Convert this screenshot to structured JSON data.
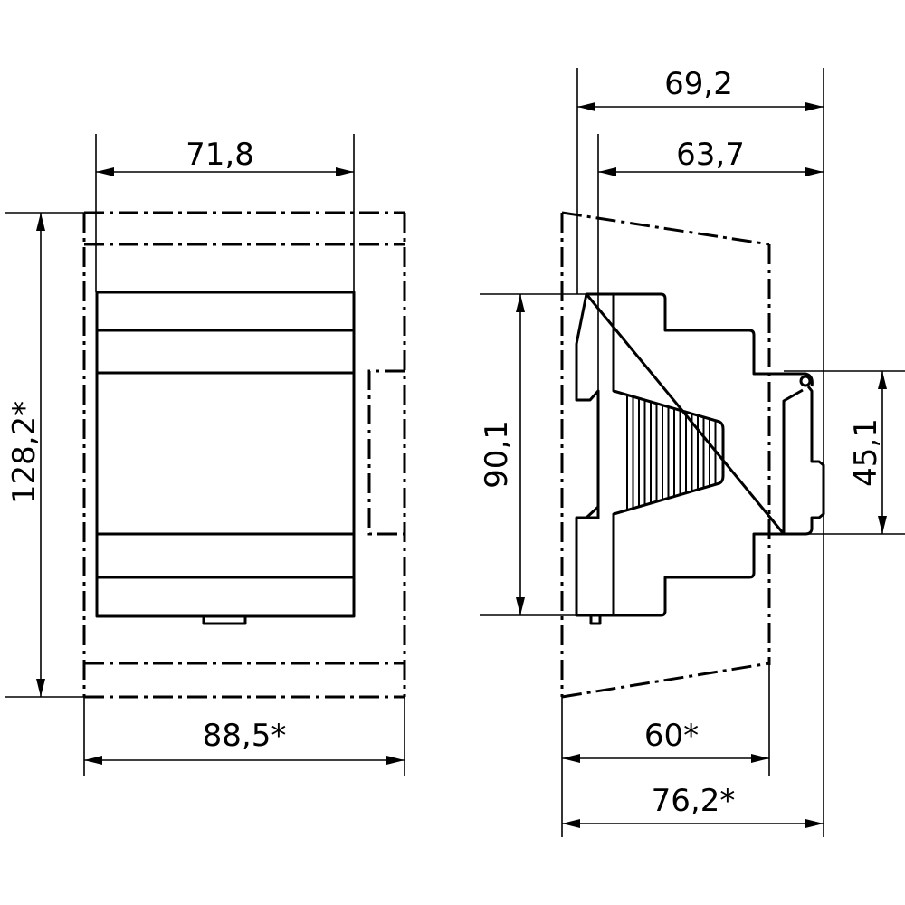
{
  "front_view": {
    "dims": {
      "width_body": "71,8",
      "height_overall": "128,2*",
      "width_overall": "88,5*"
    }
  },
  "side_view": {
    "dims": {
      "depth_overall": "69,2",
      "depth_body": "63,7",
      "height_body": "90,1",
      "rail_height": "45,1",
      "depth_cover": "60*",
      "depth_cover_overall": "76,2*"
    }
  }
}
